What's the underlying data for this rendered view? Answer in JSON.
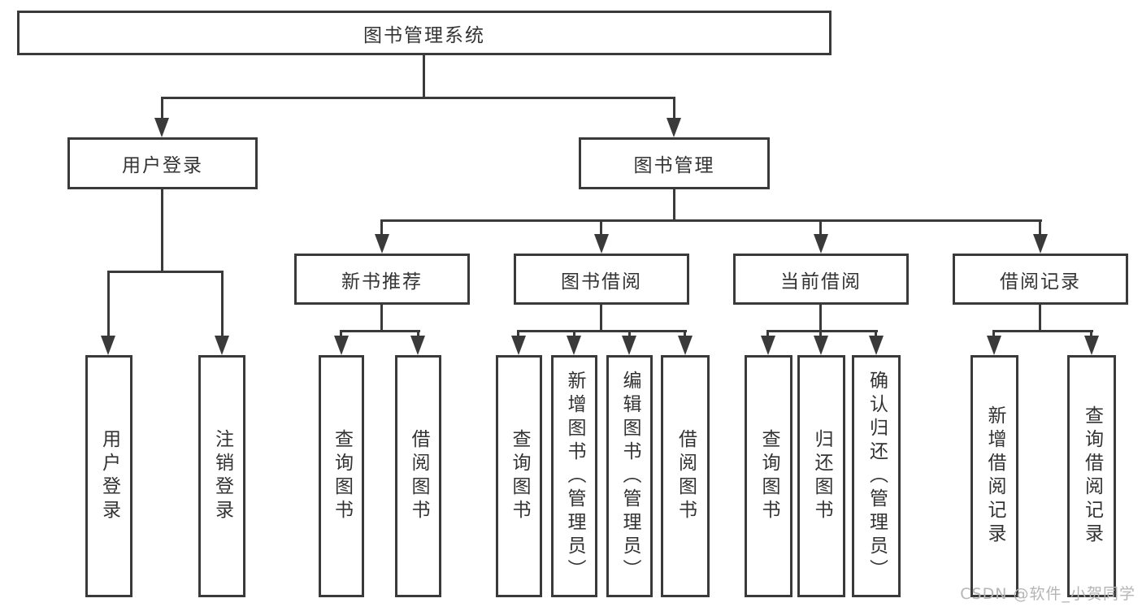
{
  "colors": {
    "line": "#3a3a3a",
    "text": "#333333",
    "background": "#ffffff",
    "watermark": "#b5b5b5"
  },
  "watermark": {
    "text": "CSDN @软件_小贺同学"
  },
  "tree": {
    "label": "图书管理系统",
    "children": [
      {
        "label": "用户登录",
        "children": [
          {
            "label": "用户登录"
          },
          {
            "label": "注销登录"
          }
        ]
      },
      {
        "label": "图书管理",
        "children": [
          {
            "label": "新书推荐",
            "children": [
              {
                "label": "查询图书"
              },
              {
                "label": "借阅图书"
              }
            ]
          },
          {
            "label": "图书借阅",
            "children": [
              {
                "label": "查询图书"
              },
              {
                "label": "新增图书（管理员）"
              },
              {
                "label": "编辑图书（管理员）"
              },
              {
                "label": "借阅图书"
              }
            ]
          },
          {
            "label": "当前借阅",
            "children": [
              {
                "label": "查询图书"
              },
              {
                "label": "归还图书"
              },
              {
                "label": "确认归还（管理员）"
              }
            ]
          },
          {
            "label": "借阅记录",
            "children": [
              {
                "label": "新增借阅记录"
              },
              {
                "label": "查询借阅记录"
              }
            ]
          }
        ]
      }
    ]
  }
}
